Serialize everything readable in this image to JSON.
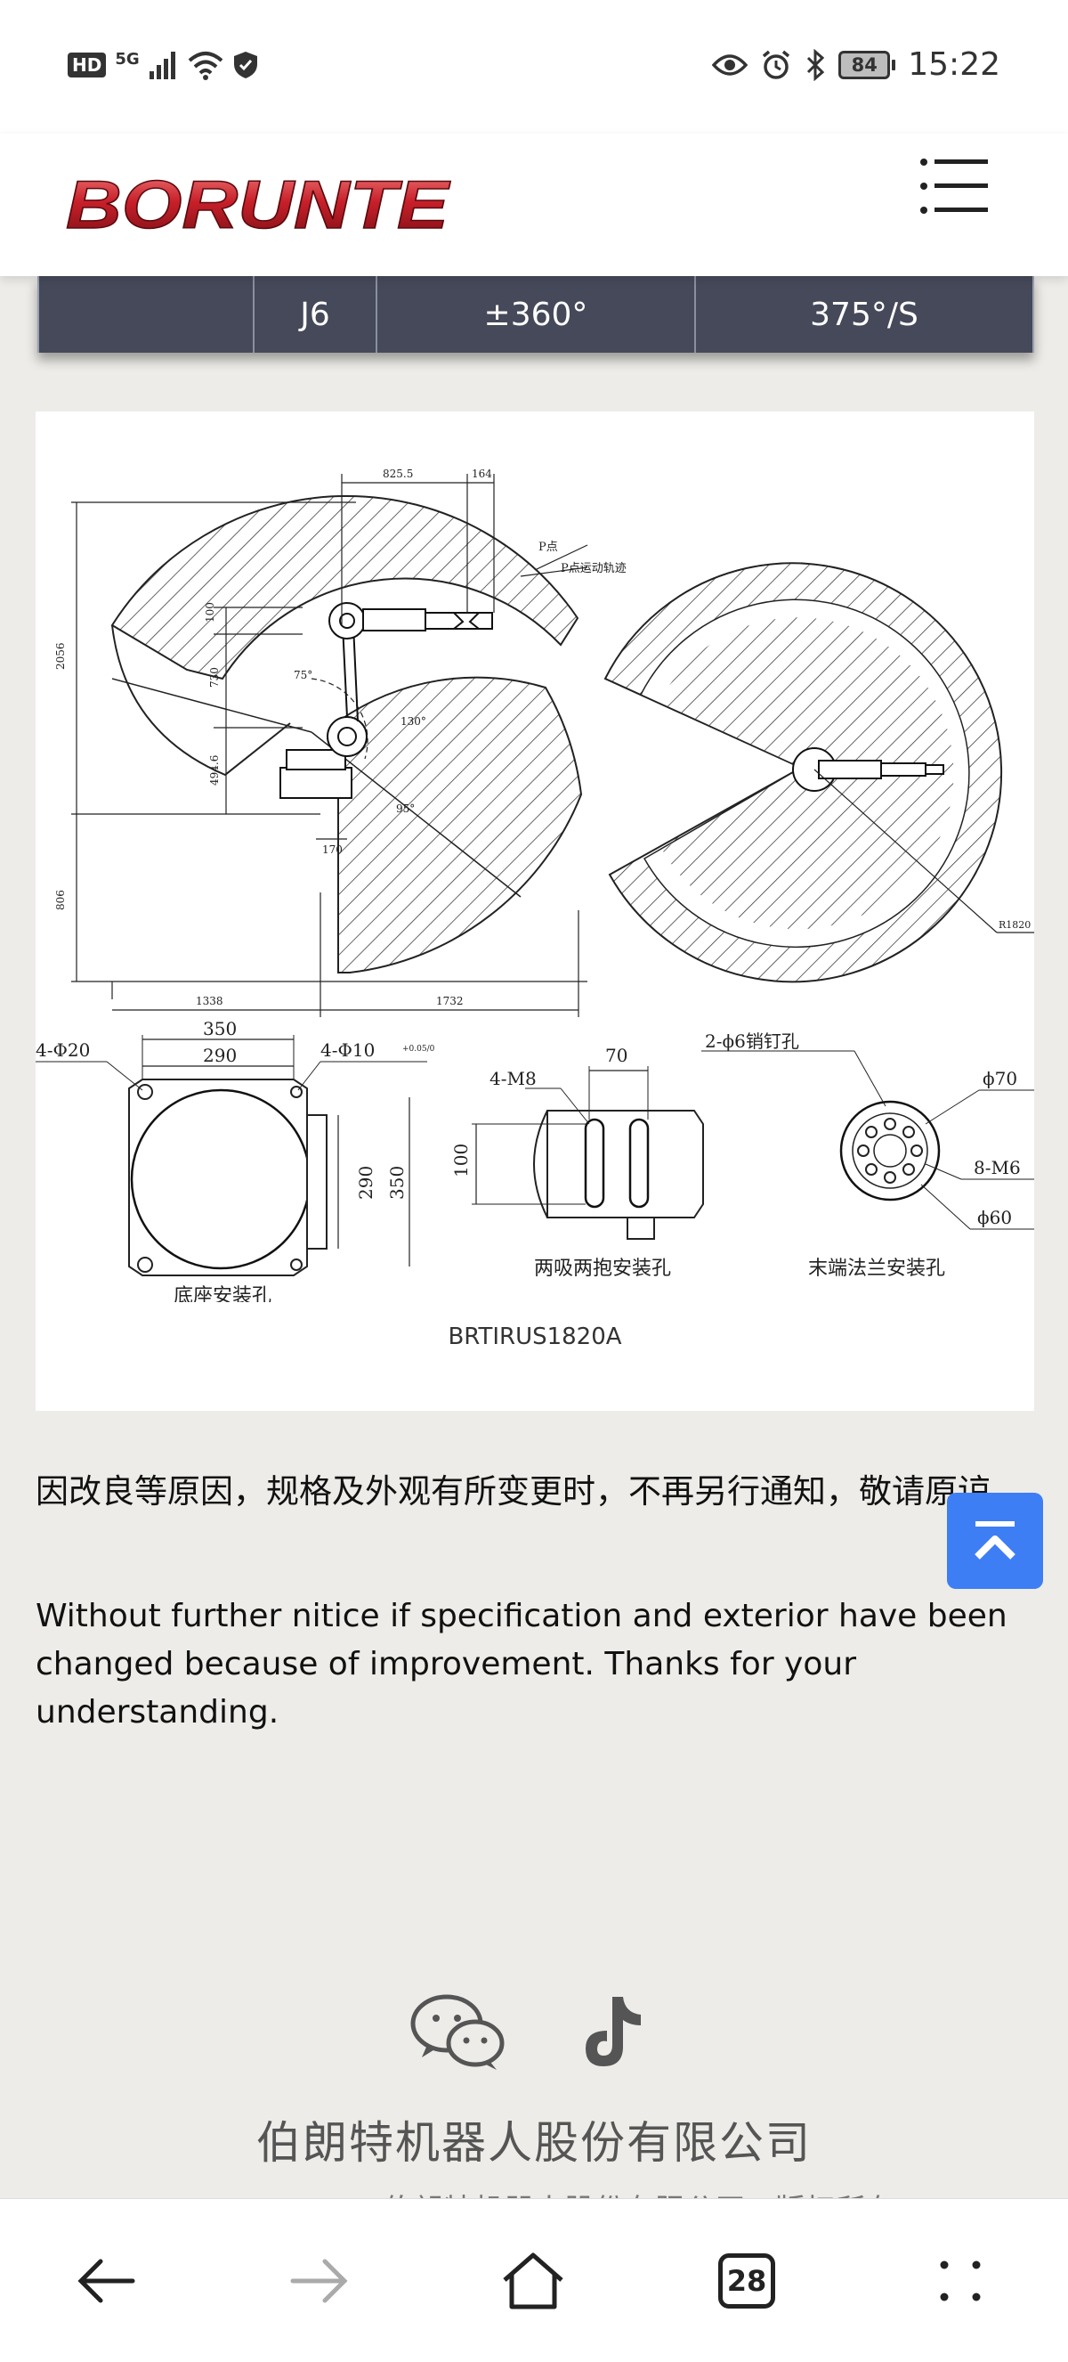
{
  "status_bar": {
    "hd": "HD",
    "network": "5G",
    "battery": "84",
    "time": "15:22"
  },
  "header": {
    "logo_text": "BORUNTE"
  },
  "spec_row": {
    "cells": [
      "",
      "J6",
      "±360°",
      "375°/S"
    ]
  },
  "drawing": {
    "side_view_dims": [
      "825.5",
      "164",
      "100",
      "730",
      "2056",
      "494.6",
      "806",
      "170",
      "1338",
      "1732",
      "75°",
      "130°",
      "95°"
    ],
    "side_view_labels": [
      "P点",
      "P点运动轨迹"
    ],
    "top_view_labels": [
      "R1820"
    ],
    "base": {
      "dims": [
        "350",
        "290",
        "290",
        "350"
      ],
      "hole_left": "4-Φ20",
      "hole_right": "4-Φ10",
      "tolerance": "+0.05/0",
      "label": "底座安装孔"
    },
    "clamp": {
      "dims": [
        "70",
        "100"
      ],
      "thread": "4-M8",
      "label": "两吸两抱安装孔"
    },
    "flange": {
      "pin": "2-ϕ6销钉孔",
      "outer": "ϕ70",
      "thread": "8-M6",
      "inner": "ϕ60",
      "label": "末端法兰安装孔"
    },
    "caption": "BRTIRUS1820A"
  },
  "notice": {
    "cn": "因改良等原因，规格及外观有所变更时，不再另行通知，敬请原谅。",
    "en": "Without further nitice if specification and exterior have been changed because of improvement. Thanks for your understanding."
  },
  "footer": {
    "company_name": "伯朗特机器人股份有限公司",
    "company_sub": "伯朗特机器人股份有限公司 · 版权所有"
  },
  "nav": {
    "tabs_count": "28"
  },
  "colors": {
    "brand_red": "#c8202a",
    "spec_row_bg": "#454959",
    "back_top_blue": "#3d7ef5",
    "page_bg": "#edece8"
  }
}
